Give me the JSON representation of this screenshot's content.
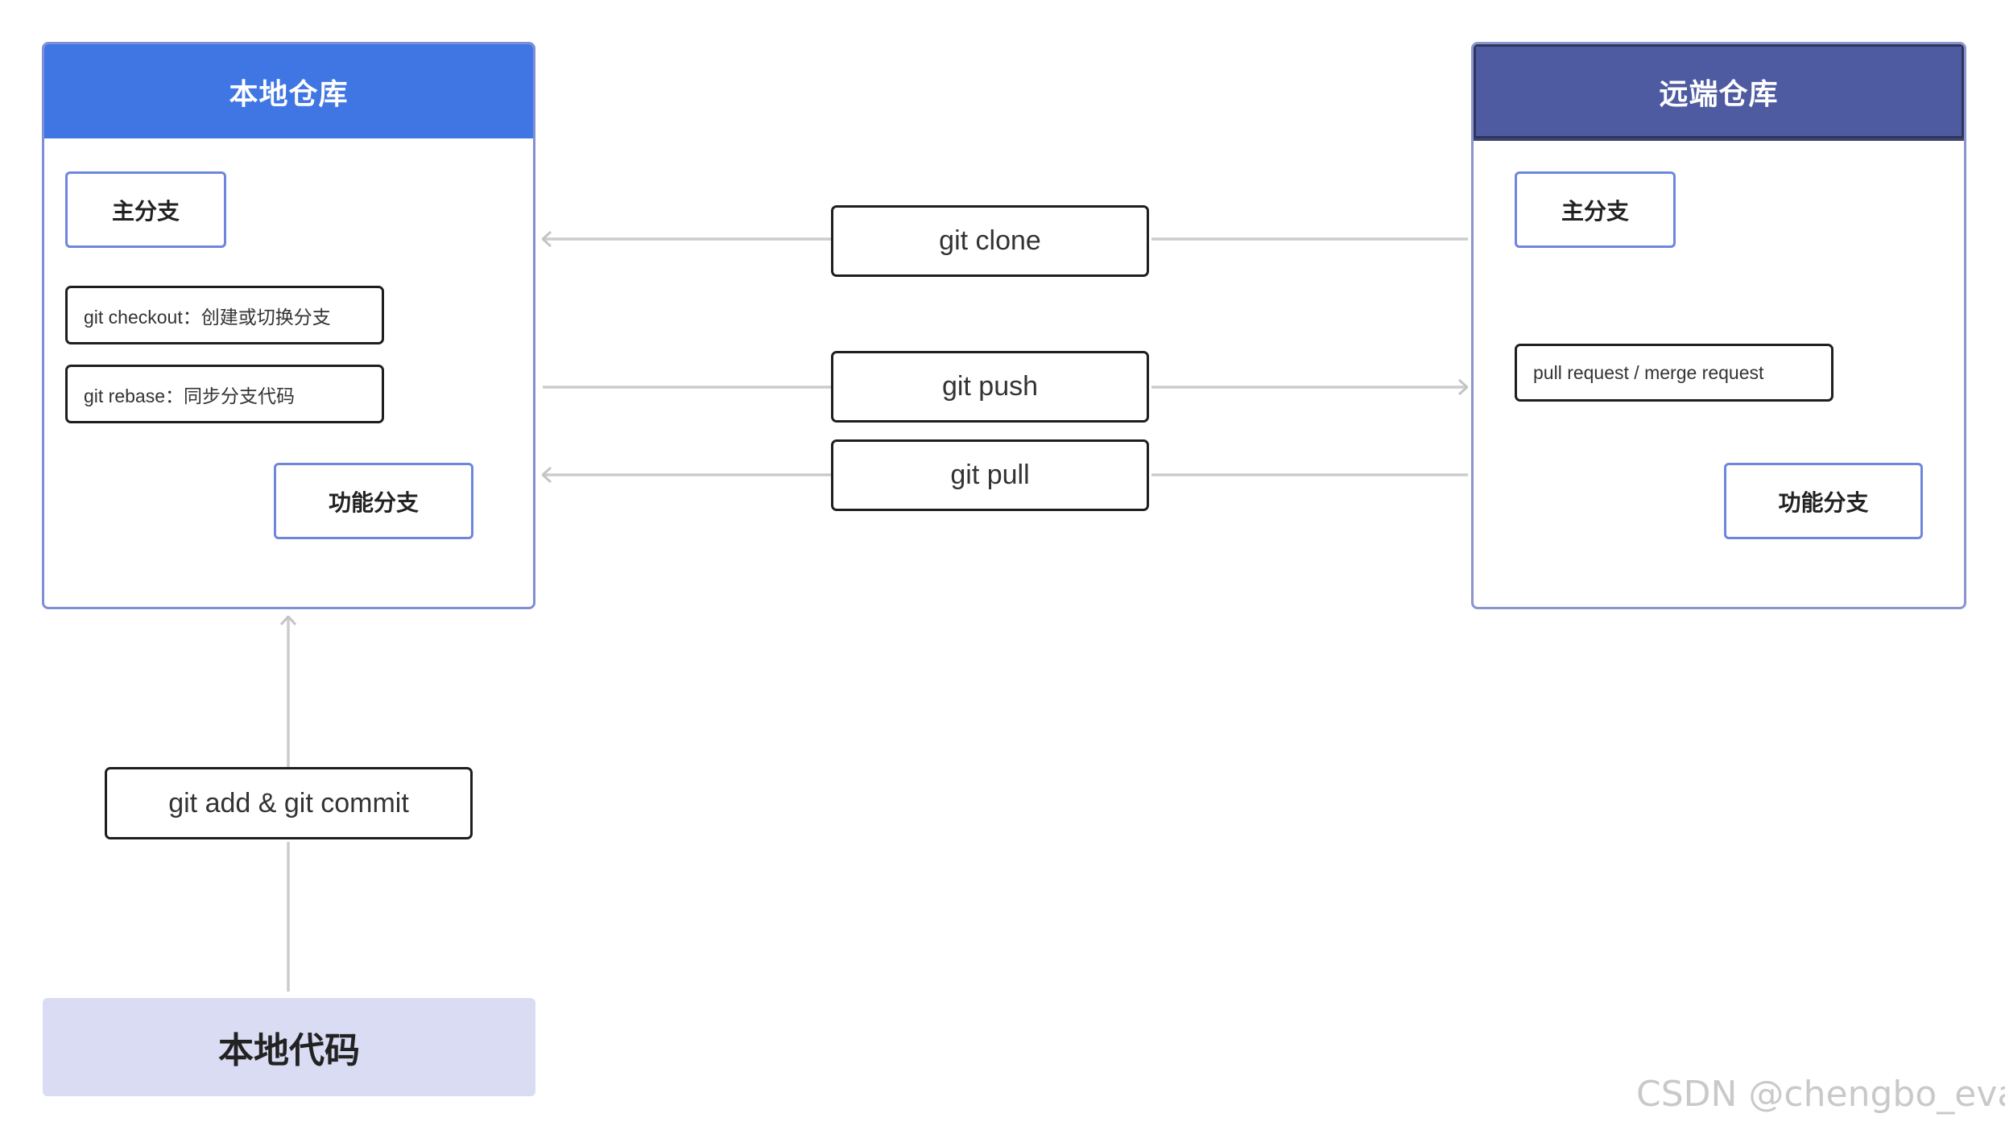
{
  "local_repo": {
    "title": "本地仓库",
    "main_branch": "主分支",
    "checkout_cmd": "git checkout：创建或切换分支",
    "rebase_cmd": "git rebase：同步分支代码",
    "feature_branch": "功能分支"
  },
  "remote_repo": {
    "title": "远端仓库",
    "main_branch": "主分支",
    "pr_cmd": "pull request / merge request",
    "feature_branch": "功能分支"
  },
  "sync_commands": {
    "clone": "git clone",
    "push": "git push",
    "pull": "git pull"
  },
  "commit_cmd": "git add & git commit",
  "local_code": "本地代码",
  "watermark": "CSDN @chengbo_eva",
  "colors": {
    "local_header": "#3f76e4",
    "remote_header": "#4f5ba1",
    "panel_border": "#7f8fd6",
    "connector": "#c8c8c8",
    "local_code_bg": "#d9dcf3"
  }
}
